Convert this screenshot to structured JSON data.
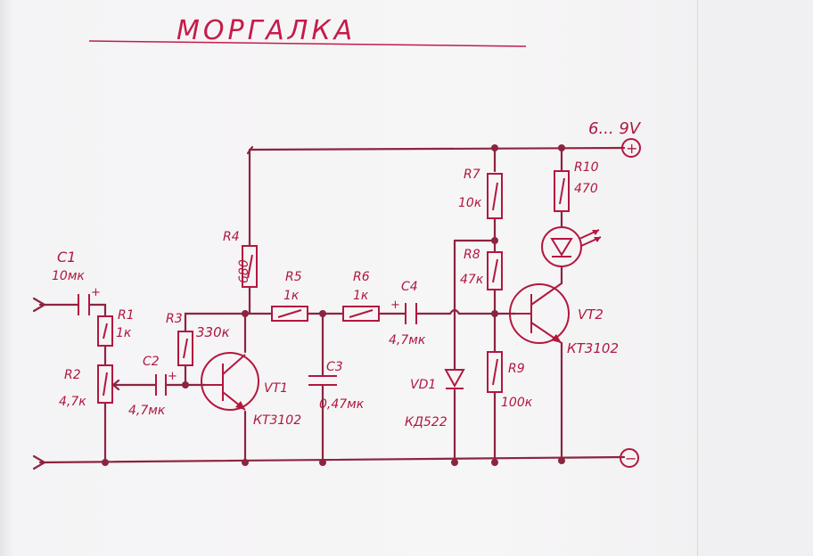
{
  "title": "МОРГАЛКА",
  "supply": {
    "voltage": "6... 9V",
    "plus": "+",
    "minus": "−"
  },
  "components": {
    "C1": {
      "name": "C1",
      "value": "10мк"
    },
    "R1": {
      "name": "R1",
      "value": "1к"
    },
    "R2": {
      "name": "R2",
      "value": "4,7к"
    },
    "C2": {
      "name": "C2",
      "value": "4,7мк"
    },
    "R3": {
      "name": "R3",
      "value": "330к"
    },
    "R4": {
      "name": "R4",
      "value": "680"
    },
    "VT1": {
      "name": "VT1",
      "value": "КТ3102"
    },
    "R5": {
      "name": "R5",
      "value": "1к"
    },
    "C3": {
      "name": "C3",
      "value": "0,47мк"
    },
    "R6": {
      "name": "R6",
      "value": "1к"
    },
    "C4": {
      "name": "C4",
      "value": "4,7мк"
    },
    "VD1": {
      "name": "VD1",
      "value": "КД522"
    },
    "R7": {
      "name": "R7",
      "value": "10к"
    },
    "R8": {
      "name": "R8",
      "value": "47к"
    },
    "R9": {
      "name": "R9",
      "value": "100к"
    },
    "R10": {
      "name": "R10",
      "value": "470"
    },
    "VT2": {
      "name": "VT2",
      "value": "КТ3102"
    }
  },
  "polarity_mark": "+",
  "colors": {
    "ink": "#b0183f",
    "wire": "#8c2440",
    "paper": "#f4f3f5"
  }
}
